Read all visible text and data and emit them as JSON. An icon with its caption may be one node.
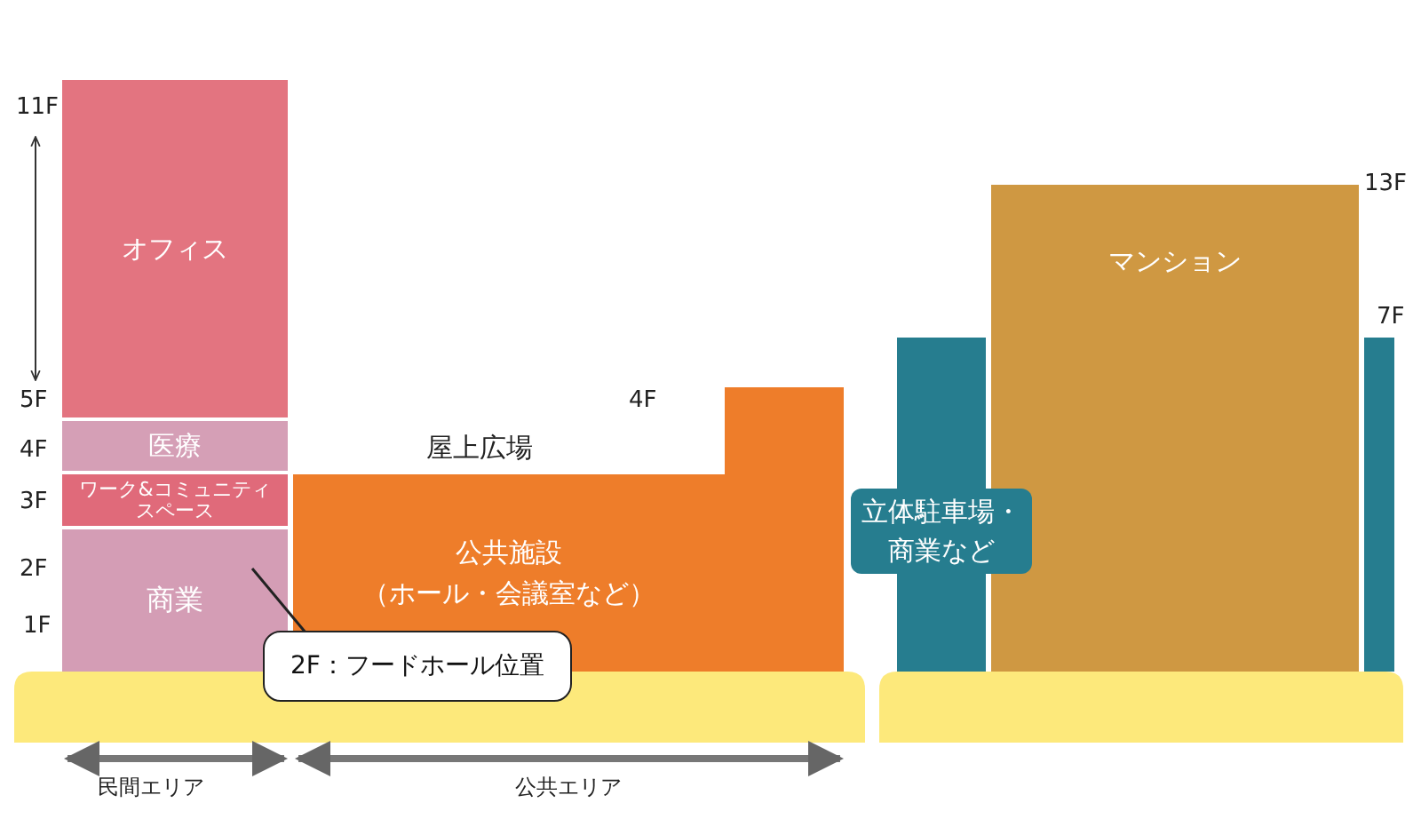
{
  "diagram": {
    "nodes": [
      {
        "text": [
          "オフィス"
        ]
      },
      {
        "text": [
          "医療"
        ]
      },
      {
        "text": [
          "ワーク&コミュニティスペース"
        ]
      },
      {
        "text": [
          "商業"
        ]
      },
      {
        "text": [
          "公共施設",
          "（ホール・会議室など）"
        ]
      },
      {
        "text": [
          "立体駐車場・商業など"
        ]
      },
      {
        "text": [],
        "shape": "bar"
      },
      {
        "text": [
          "マンション"
        ]
      },
      {
        "text": [
          "2F：フードホール位置"
        ]
      }
    ],
    "edges": [
      {
        "from": 8,
        "to": 3,
        "arrow": "none"
      }
    ],
    "labels": [
      "11F",
      "13F",
      "7F",
      "4F",
      "5F",
      "4F",
      "屋上広場",
      "3F",
      "2F",
      "1F",
      "民間エリア",
      "公共エリア"
    ]
  }
}
